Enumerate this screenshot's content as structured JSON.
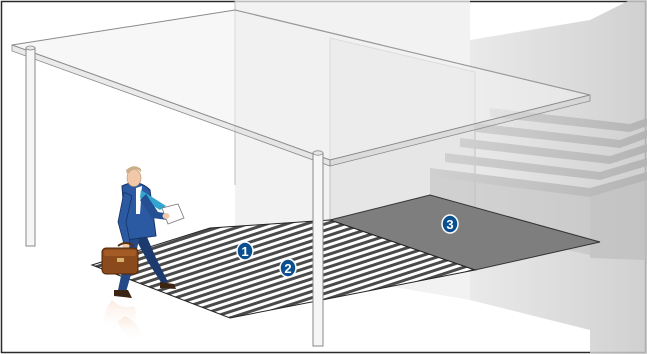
{
  "diagram": {
    "zones": [
      {
        "label": "1",
        "name": "outer-grate-mat"
      },
      {
        "label": "2",
        "name": "outer-grate-mat"
      },
      {
        "label": "3",
        "name": "inner-entrance-mat"
      }
    ],
    "colors": {
      "badge": "#0a4f8f",
      "stripe": "#4a4a4a",
      "inner_mat": "#7e7e7e",
      "glass_edge": "#8a8a8a",
      "wall": "#d7d7d7",
      "frame": "#2a2a2a"
    },
    "figure": "businessman-walking-with-briefcase"
  }
}
